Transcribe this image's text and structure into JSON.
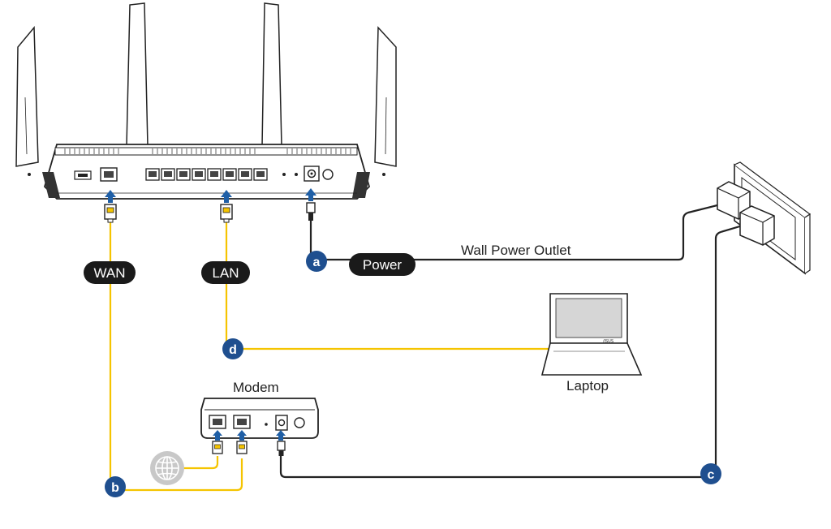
{
  "labels": {
    "wan": "WAN",
    "lan": "LAN",
    "power": "Power",
    "wall_outlet": "Wall Power Outlet",
    "laptop": "Laptop",
    "modem": "Modem"
  },
  "markers": {
    "a": "a",
    "b": "b",
    "c": "c",
    "d": "d"
  },
  "laptop_brand": "/ISUS",
  "colors": {
    "ethernet_cable": "#f5c400",
    "power_cable": "#222222",
    "badge": "#1f4f8f",
    "pill": "#1a1a1a",
    "arrow": "#1f5fa6"
  },
  "icons": {
    "internet": "globe-icon",
    "plug": "plug-icon",
    "connector": "ethernet-connector-icon"
  }
}
